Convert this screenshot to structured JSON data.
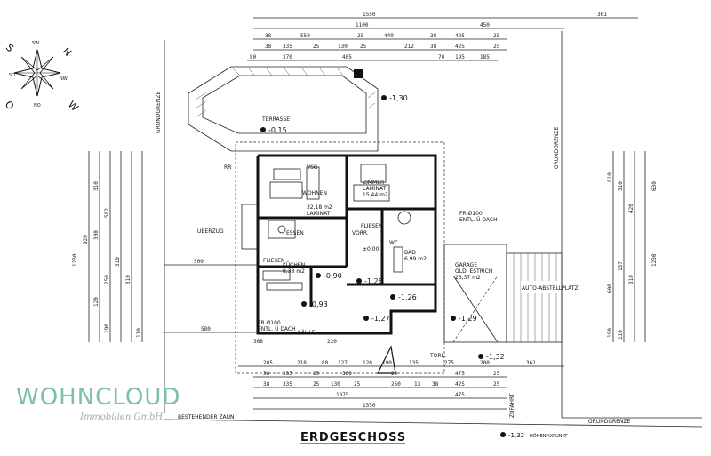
{
  "title": "ERDGESCHOSS",
  "watermark": {
    "line1": "WOHNCLOUD",
    "line2": "Immobilien GmbH"
  },
  "compass": {
    "letters": [
      "O",
      "S",
      "W",
      "N",
      "SW",
      "NW",
      "SO",
      "NO"
    ]
  },
  "labels": {
    "grundgrenze_left": "GRUNDGRENZE",
    "grundgrenze_right": "GRUNDGRENZE",
    "grundgrenze_bottom": "GRUNDGRENZE",
    "terrasse": "TERRASSE",
    "terrasse_level": "-0,15",
    "level_top": "-1,30",
    "wohnen": "WOHNEN",
    "wohnen_area": "32,18 m2",
    "wohnen_floor": "LAMINAT",
    "essen": "ESSEN",
    "vsg": "VSG",
    "zimmer": "ZIMMER",
    "zimmer_floor": "LAMINAT",
    "zimmer_area": "15,44 m2",
    "fr": "FR Ø100",
    "fr_sub": "ENTL. Ü DACH",
    "ueberzug": "ÜBERZUG",
    "vorr": "VORR.",
    "fliesen": "FLIESEN",
    "wc": "WC",
    "bad": "BAD",
    "bad_area": "6,99 m2",
    "garage": "GARAGE",
    "garage_floor": "ÖLD. ESTRICH",
    "garage_area": "23,37 m2",
    "autoabstell": "AUTO-ABSTELLPLATZ",
    "kuechen": "KÜCHEN",
    "kuechen_area": "8,38 m2",
    "level_090": "-0,90",
    "level_093": "-0,93",
    "level_126": "-1,26",
    "level_126b": "-1,26",
    "level_127": "-1,27",
    "level_129": "-1,29",
    "level_132": "-1,32",
    "hoehenfix": "HÖHENFIXPUNKT",
    "saeule": "SÄULE",
    "tor": "TORL.",
    "zufahrt": "ZUFAHRT",
    "bestehender_zaun": "BESTEHENDER ZAUN",
    "level_000": "±0,00",
    "fr2": "FR Ø100",
    "fr2_sub": "ENTL. Ü DACH",
    "rr": "RR"
  },
  "dims": {
    "top_total": "1550",
    "top_right": "361",
    "top_row1": [
      "1100",
      "450"
    ],
    "top_row2": [
      "38",
      "550",
      "25",
      "449",
      "38",
      "425",
      "25"
    ],
    "top_row3": [
      "38",
      "335",
      "25",
      "130",
      "25",
      "212",
      "38",
      "425",
      "25"
    ],
    "top_row4": [
      "80",
      "370",
      "405",
      "70",
      "195",
      "185"
    ],
    "bottom_row1": [
      "205",
      "218",
      "80",
      "127",
      "120",
      "190",
      "135",
      "275",
      "200",
      "361"
    ],
    "bottom_row2": [
      "38",
      "335",
      "25",
      "389",
      "25",
      "475",
      "25"
    ],
    "bottom_row3": [
      "38",
      "335",
      "25",
      "130",
      "25",
      "250",
      "13",
      "38",
      "425",
      "25"
    ],
    "bottom_total1": "1075",
    "bottom_total2": "475",
    "bottom_total3": "1550",
    "left_big": [
      "920",
      "1230"
    ],
    "left_small": [
      "310",
      "582",
      "300",
      "310",
      "250",
      "310",
      "120",
      "190",
      "110"
    ],
    "right_big": [
      "630",
      "1230"
    ],
    "right_small": [
      "810",
      "310",
      "420",
      "600",
      "310",
      "110",
      "190",
      "137"
    ],
    "mid_500": "500",
    "mid_580": "580",
    "mid_368": "368",
    "mid_220": "220"
  }
}
